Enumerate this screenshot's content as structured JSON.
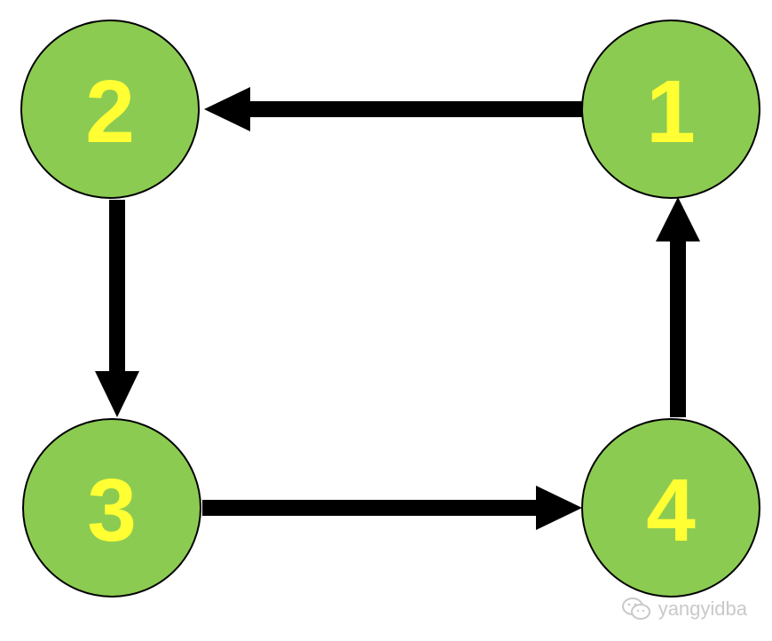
{
  "colors": {
    "node_fill": "#8ccb52",
    "node_stroke": "#000000",
    "label": "#ffff33",
    "arrow": "#000000",
    "watermark": "#c9c9c9"
  },
  "nodes": [
    {
      "id": "1",
      "label": "1"
    },
    {
      "id": "2",
      "label": "2"
    },
    {
      "id": "3",
      "label": "3"
    },
    {
      "id": "4",
      "label": "4"
    }
  ],
  "edges": [
    {
      "from": "1",
      "to": "2"
    },
    {
      "from": "2",
      "to": "3"
    },
    {
      "from": "3",
      "to": "4"
    },
    {
      "from": "4",
      "to": "1"
    }
  ],
  "watermark": {
    "text": "yangyidba",
    "icon": "wechat-icon"
  }
}
